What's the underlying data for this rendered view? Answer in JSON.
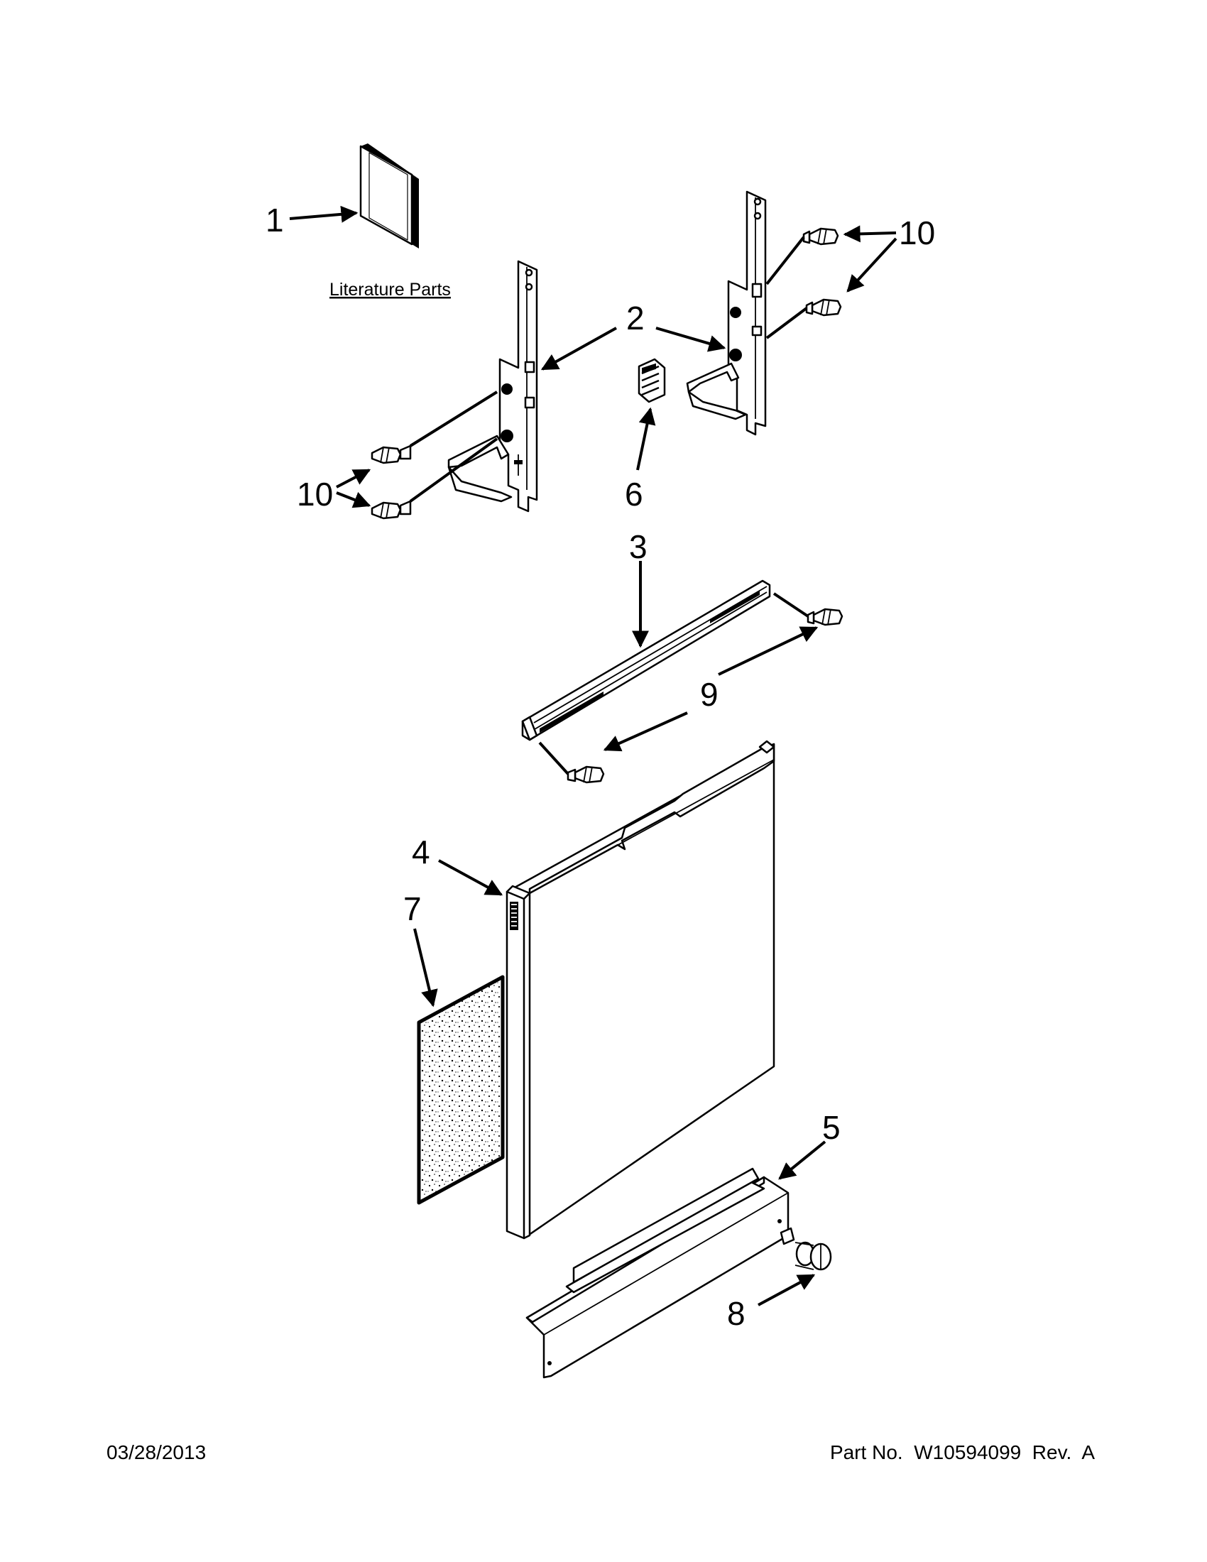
{
  "callouts": {
    "c1": "1",
    "c2": "2",
    "c3": "3",
    "c4": "4",
    "c5": "5",
    "c6": "6",
    "c7": "7",
    "c8": "8",
    "c9": "9",
    "c10a": "10",
    "c10b": "10"
  },
  "literature_label": "Literature Parts",
  "footer": {
    "date": "03/28/2013",
    "part": "Part No.  W10594099  Rev.  A"
  }
}
